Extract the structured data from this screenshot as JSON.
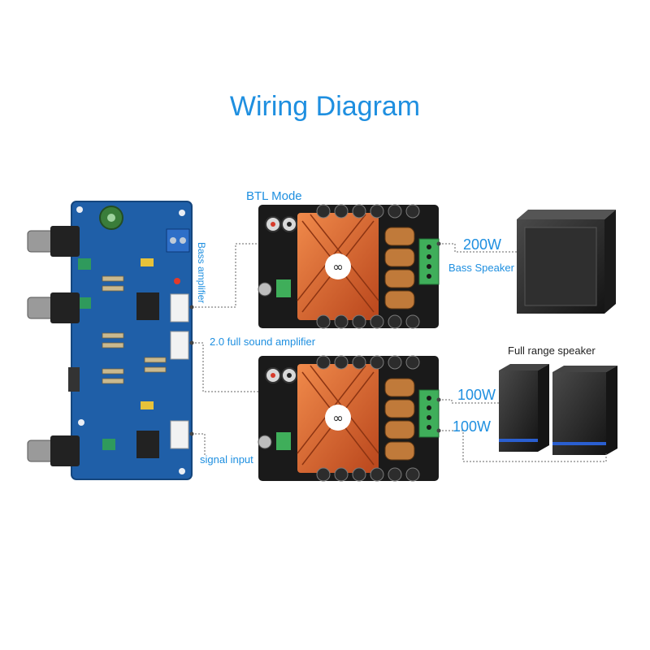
{
  "title": "Wiring Diagram",
  "labels": {
    "btl_mode": "BTL Mode",
    "bass_amplifier": "Bass amplifier",
    "full_sound_amplifier": "2.0 full sound amplifier",
    "signal_input": "signal input",
    "power_200w": "200W",
    "bass_speaker": "Bass Speaker",
    "full_range_speaker": "Full range speaker",
    "power_100w_left": "100W",
    "power_100w_right": "100W"
  },
  "colors": {
    "accent": "#1e8fe0",
    "pcb_blue": "#1f5fa8",
    "pcb_black": "#1a1a1a",
    "heatsink": "#d9622b",
    "terminal_green": "#3fae5a",
    "speaker_body": "#2a2a2a"
  }
}
